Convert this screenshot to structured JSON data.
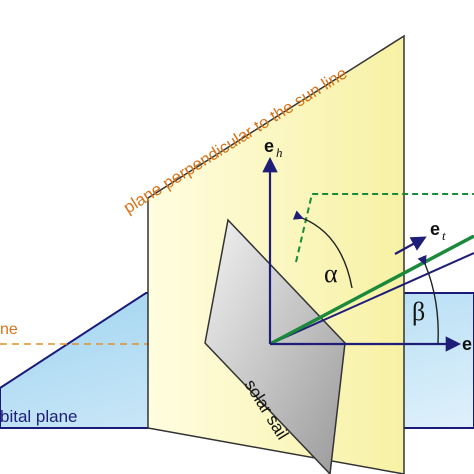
{
  "labels": {
    "perpendicular_plane": "plane perpendicular to the sun line",
    "sun_line": "ne",
    "orbital_plane": "bital plane",
    "solar_sail": "solar sail",
    "alpha": "α",
    "beta": "β",
    "e_h": "e",
    "e_h_sub": "h",
    "e_t": "e",
    "e_t_sub": "t",
    "e_r": "e"
  },
  "colors": {
    "orbital_plane_fill": "#bfe2f6",
    "orbital_plane_edge": "#1a1a7a",
    "perpendicular_plane_fill": "#fbf7b8",
    "sail_fill": "#c9c9c9",
    "sun_line": "#e0902e",
    "label_orange": "#d7741a",
    "label_navy": "#1e1e78",
    "vector": "#1e1e78",
    "green_line": "#1a8a3a"
  }
}
